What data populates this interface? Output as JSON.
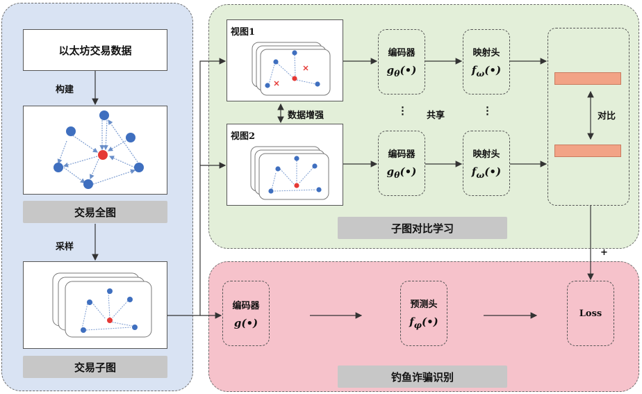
{
  "left": {
    "source_data": "以太坊交易数据",
    "step_build": "构建",
    "full_graph_label": "交易全图",
    "step_sample": "采样",
    "subgraph_label": "交易子图"
  },
  "contrastive": {
    "view1": "视图1",
    "view2": "视图2",
    "augment": "数据增强",
    "encoder_label": "编码器",
    "encoder_fn": "g",
    "encoder_sub": "θ",
    "encoder_arg": "(•)",
    "proj_label": "映射头",
    "proj_fn": "f",
    "proj_sub": "ω",
    "proj_arg": "(•)",
    "shared": "共享",
    "vdots": "⋮",
    "contrast": "对比",
    "section_title": "子图对比学习"
  },
  "detection": {
    "encoder_label": "编码器",
    "encoder_fn": "g",
    "encoder_arg": "(•)",
    "pred_label": "预测头",
    "pred_fn": "f",
    "pred_sub": "φ",
    "pred_arg": "(•)",
    "loss": "Loss",
    "plus": "+",
    "section_title": "钓鱼诈骗识别"
  },
  "colors": {
    "node_blue": "#3f6fbf",
    "node_red": "#e53935",
    "bar_orange": "#f2a386",
    "left_panel": "#d9e3f3",
    "top_panel": "#e3efd9",
    "bottom_panel": "#f6c2cb"
  }
}
